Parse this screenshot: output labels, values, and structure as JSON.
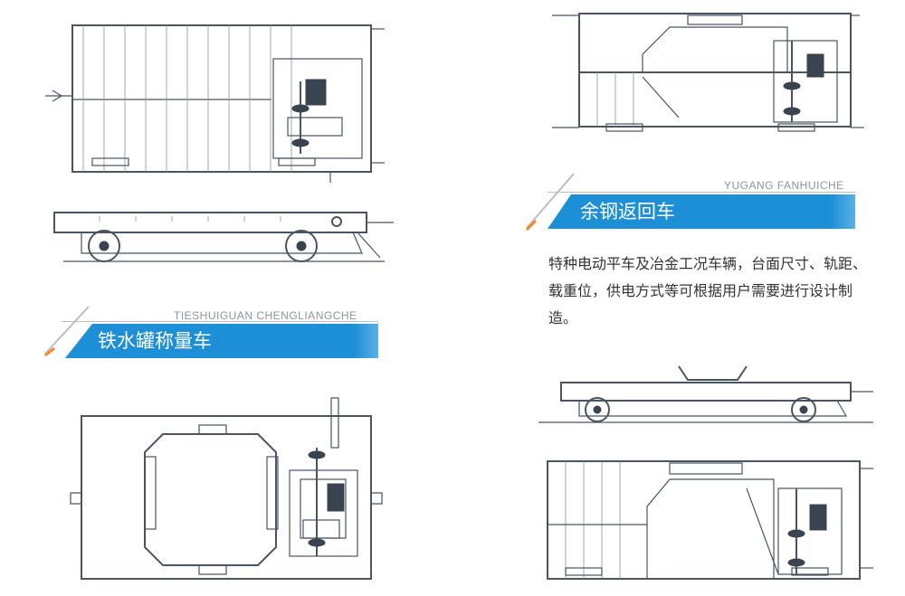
{
  "products": [
    {
      "title_cn": "铁水罐称量车",
      "title_en": "TIESHUIGUAN CHENGLIANGCHE"
    },
    {
      "title_cn": "余钢返回车",
      "title_en": "YUGANG FANHUICHE",
      "description": "特种电动平车及冶金工况车辆，台面尺寸、轨距、载重位，供电方式等可根据用户需要进行设计制造。"
    }
  ],
  "colors": {
    "banner_blue": "#1c8fd6",
    "banner_gray": "#b9bec5",
    "accent_orange": "#f08a24",
    "line": "#4a5462"
  },
  "icons": [
    "motor-icon",
    "wheel-icon",
    "coupler-icon"
  ]
}
